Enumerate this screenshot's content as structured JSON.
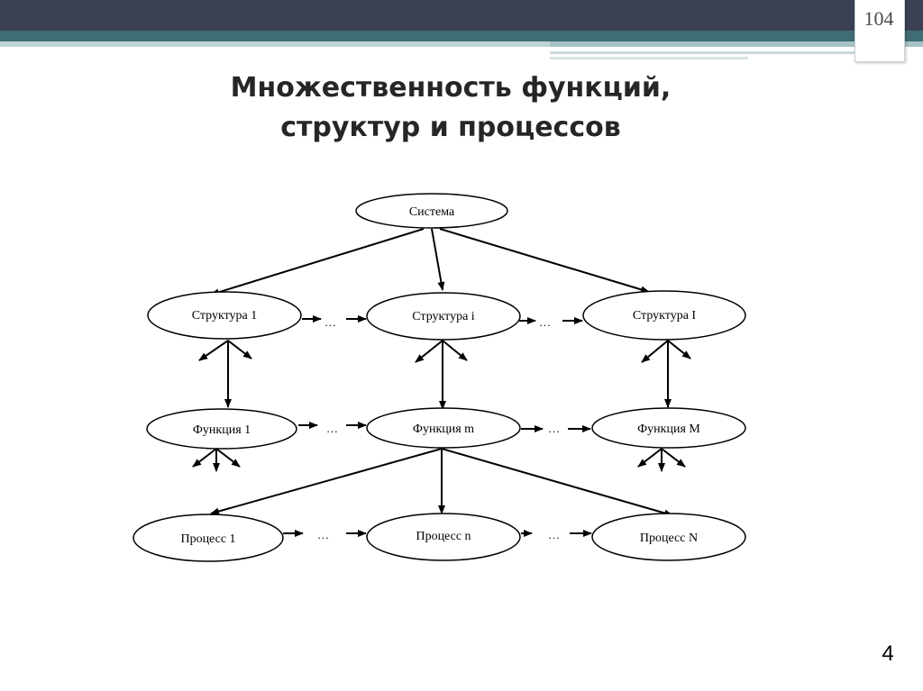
{
  "slide": {
    "number": "104",
    "footer_number": "4"
  },
  "title": {
    "line1": "Множественность функций,",
    "line2": "структур и процессов"
  },
  "diagram": {
    "system": "Система",
    "structures": [
      "Структура 1",
      "Структура i",
      "Структура I"
    ],
    "functions": [
      "Функция 1",
      "Функция m",
      "Функция M"
    ],
    "processes": [
      "Процесс 1",
      "Процесс n",
      "Процесс N"
    ],
    "ellipsis": "…"
  }
}
